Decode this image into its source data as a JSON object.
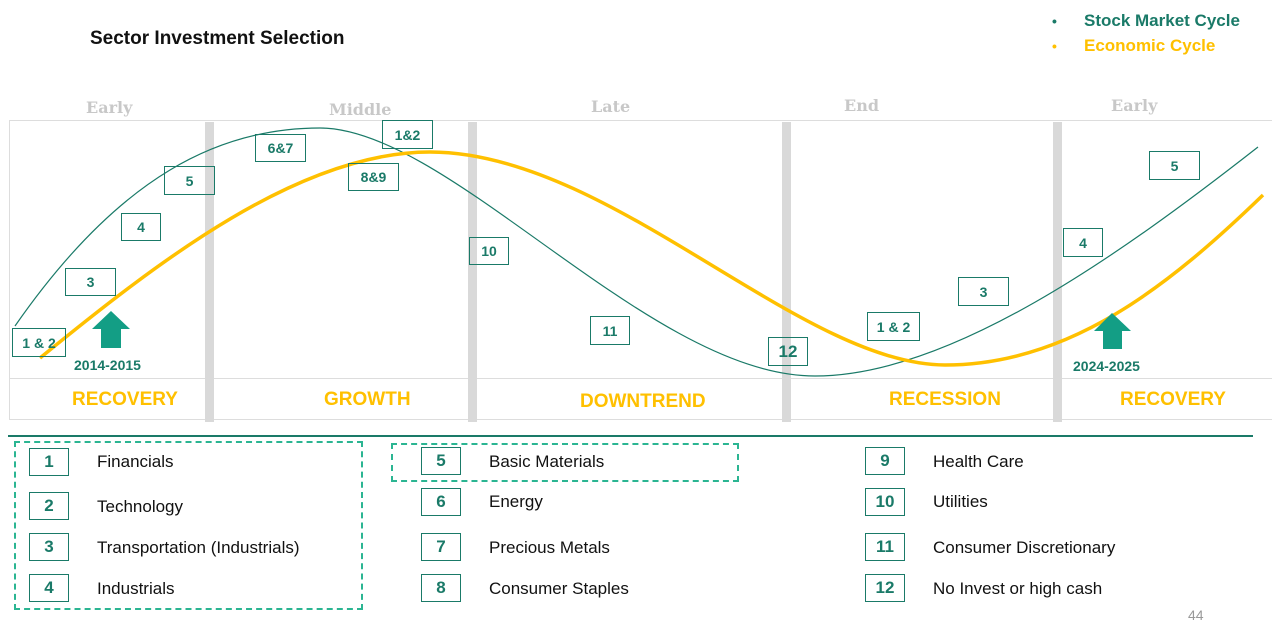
{
  "title": "Sector Investment Selection",
  "legend": [
    {
      "label": "Stock Market Cycle",
      "color": "#1a7a68"
    },
    {
      "label": "Economic Cycle",
      "color": "#ffc000"
    }
  ],
  "phases": [
    "Early",
    "Middle",
    "Late",
    "End",
    "Early"
  ],
  "stages": [
    "RECOVERY",
    "GROWTH",
    "DOWNTREND",
    "RECESSION",
    "RECOVERY"
  ],
  "markers": [
    "1 & 2",
    "3",
    "4",
    "5",
    "6&7",
    "8&9",
    "1&2",
    "10",
    "11",
    "12",
    "1 & 2",
    "3",
    "4",
    "5"
  ],
  "years": [
    "2014-2015",
    "2024-2025"
  ],
  "sectors": [
    {
      "num": "1",
      "name": "Financials"
    },
    {
      "num": "2",
      "name": "Technology"
    },
    {
      "num": "3",
      "name": "Transportation (Industrials)"
    },
    {
      "num": "4",
      "name": "Industrials"
    },
    {
      "num": "5",
      "name": "Basic Materials"
    },
    {
      "num": "6",
      "name": "Energy"
    },
    {
      "num": "7",
      "name": "Precious Metals"
    },
    {
      "num": "8",
      "name": "Consumer Staples"
    },
    {
      "num": "9",
      "name": "Health Care"
    },
    {
      "num": "10",
      "name": "Utilities"
    },
    {
      "num": "11",
      "name": "Consumer Discretionary"
    },
    {
      "num": "12",
      "name": "No Invest or high cash"
    }
  ],
  "page_number": "44"
}
